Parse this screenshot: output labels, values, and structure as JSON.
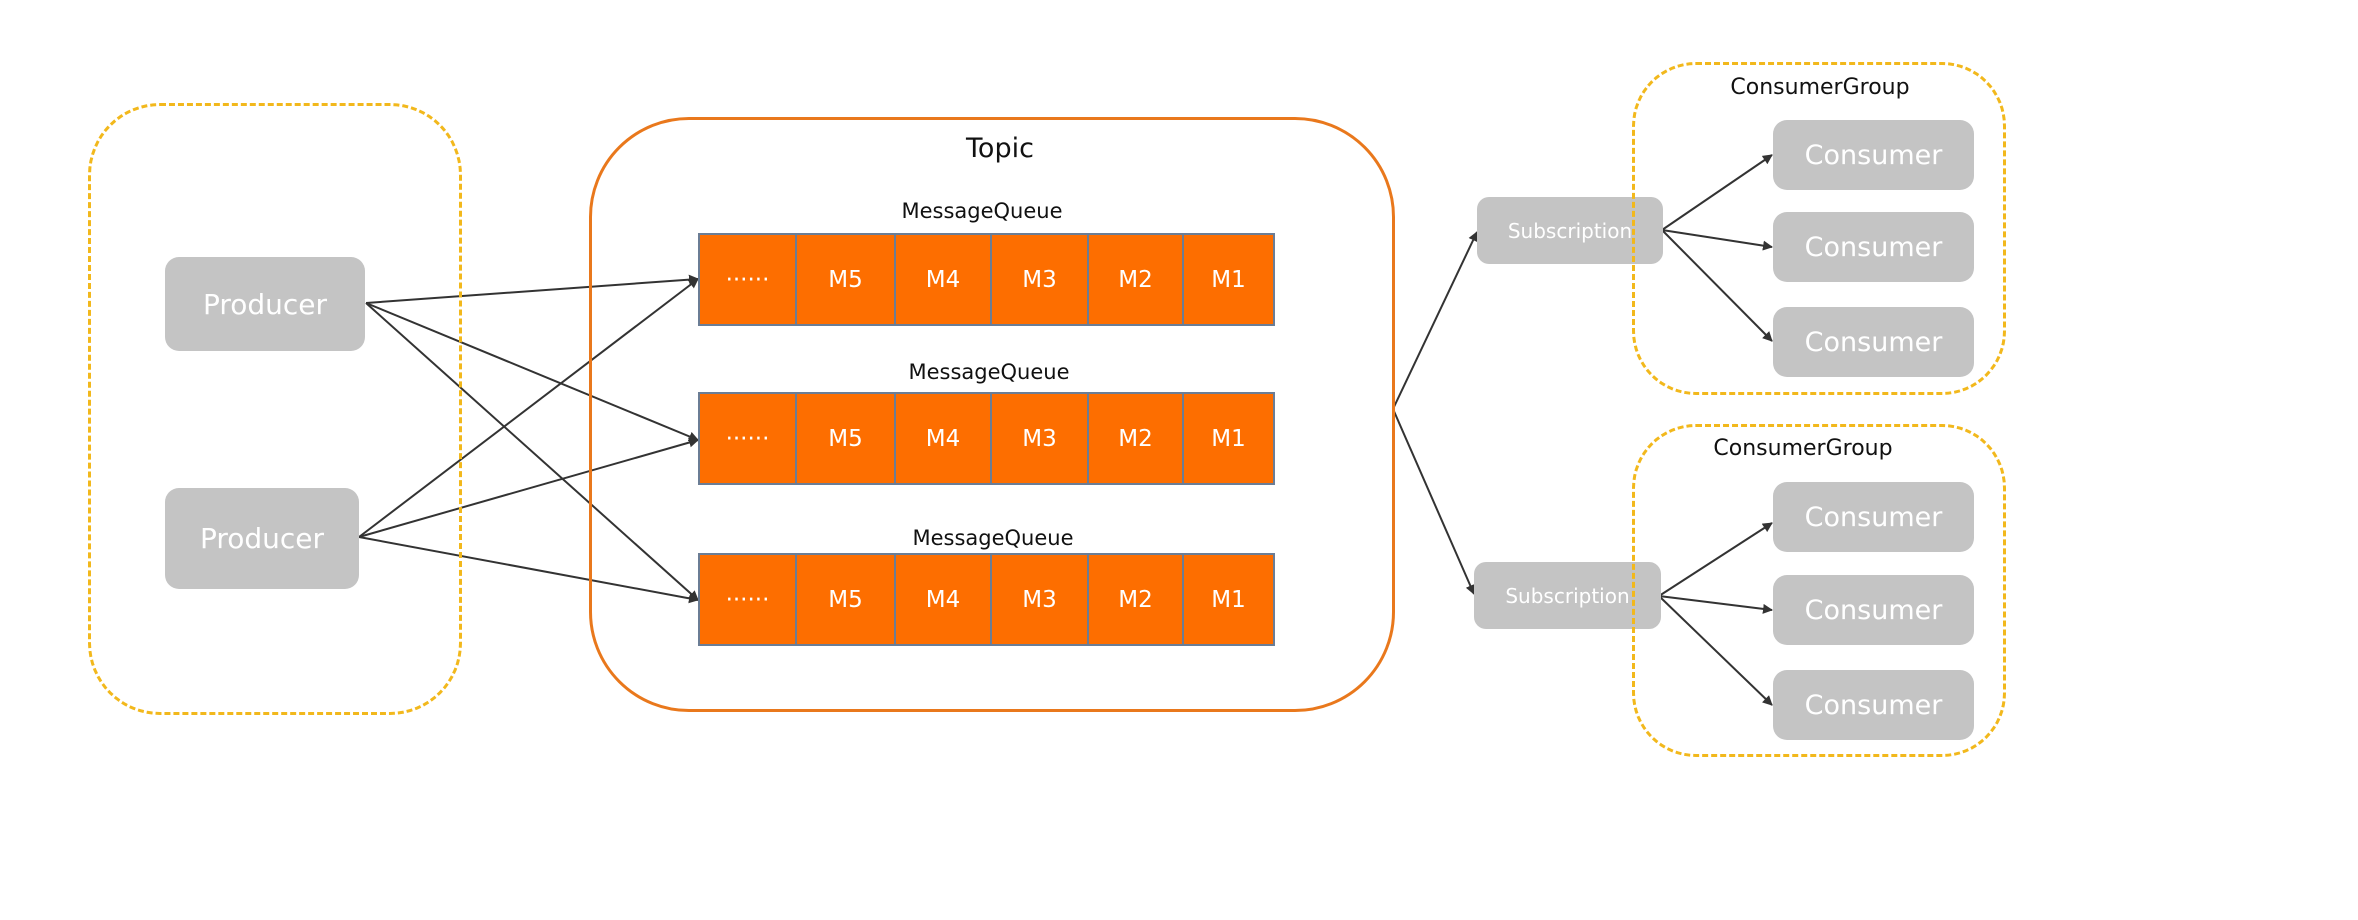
{
  "producers": [
    "Producer",
    "Producer"
  ],
  "topic": {
    "title": "Topic",
    "queues": [
      {
        "label": "MessageQueue",
        "cells": [
          "······",
          "M5",
          "M4",
          "M3",
          "M2",
          "M1"
        ]
      },
      {
        "label": "MessageQueue",
        "cells": [
          "······",
          "M5",
          "M4",
          "M3",
          "M2",
          "M1"
        ]
      },
      {
        "label": "MessageQueue",
        "cells": [
          "······",
          "M5",
          "M4",
          "M3",
          "M2",
          "M1"
        ]
      }
    ]
  },
  "subscriptions": [
    "Subscription",
    "Subscription"
  ],
  "consumer_groups": [
    {
      "title": "ConsumerGroup",
      "consumers": [
        "Consumer",
        "Consumer",
        "Consumer"
      ]
    },
    {
      "title": "ConsumerGroup",
      "consumers": [
        "Consumer",
        "Consumer",
        "Consumer"
      ]
    }
  ],
  "colors": {
    "queue_fill": "#fd6e00",
    "topic_border": "#e9781c",
    "group_border": "#f2b81c",
    "node_fill": "#c4c4c4",
    "arrow": "#333333"
  }
}
